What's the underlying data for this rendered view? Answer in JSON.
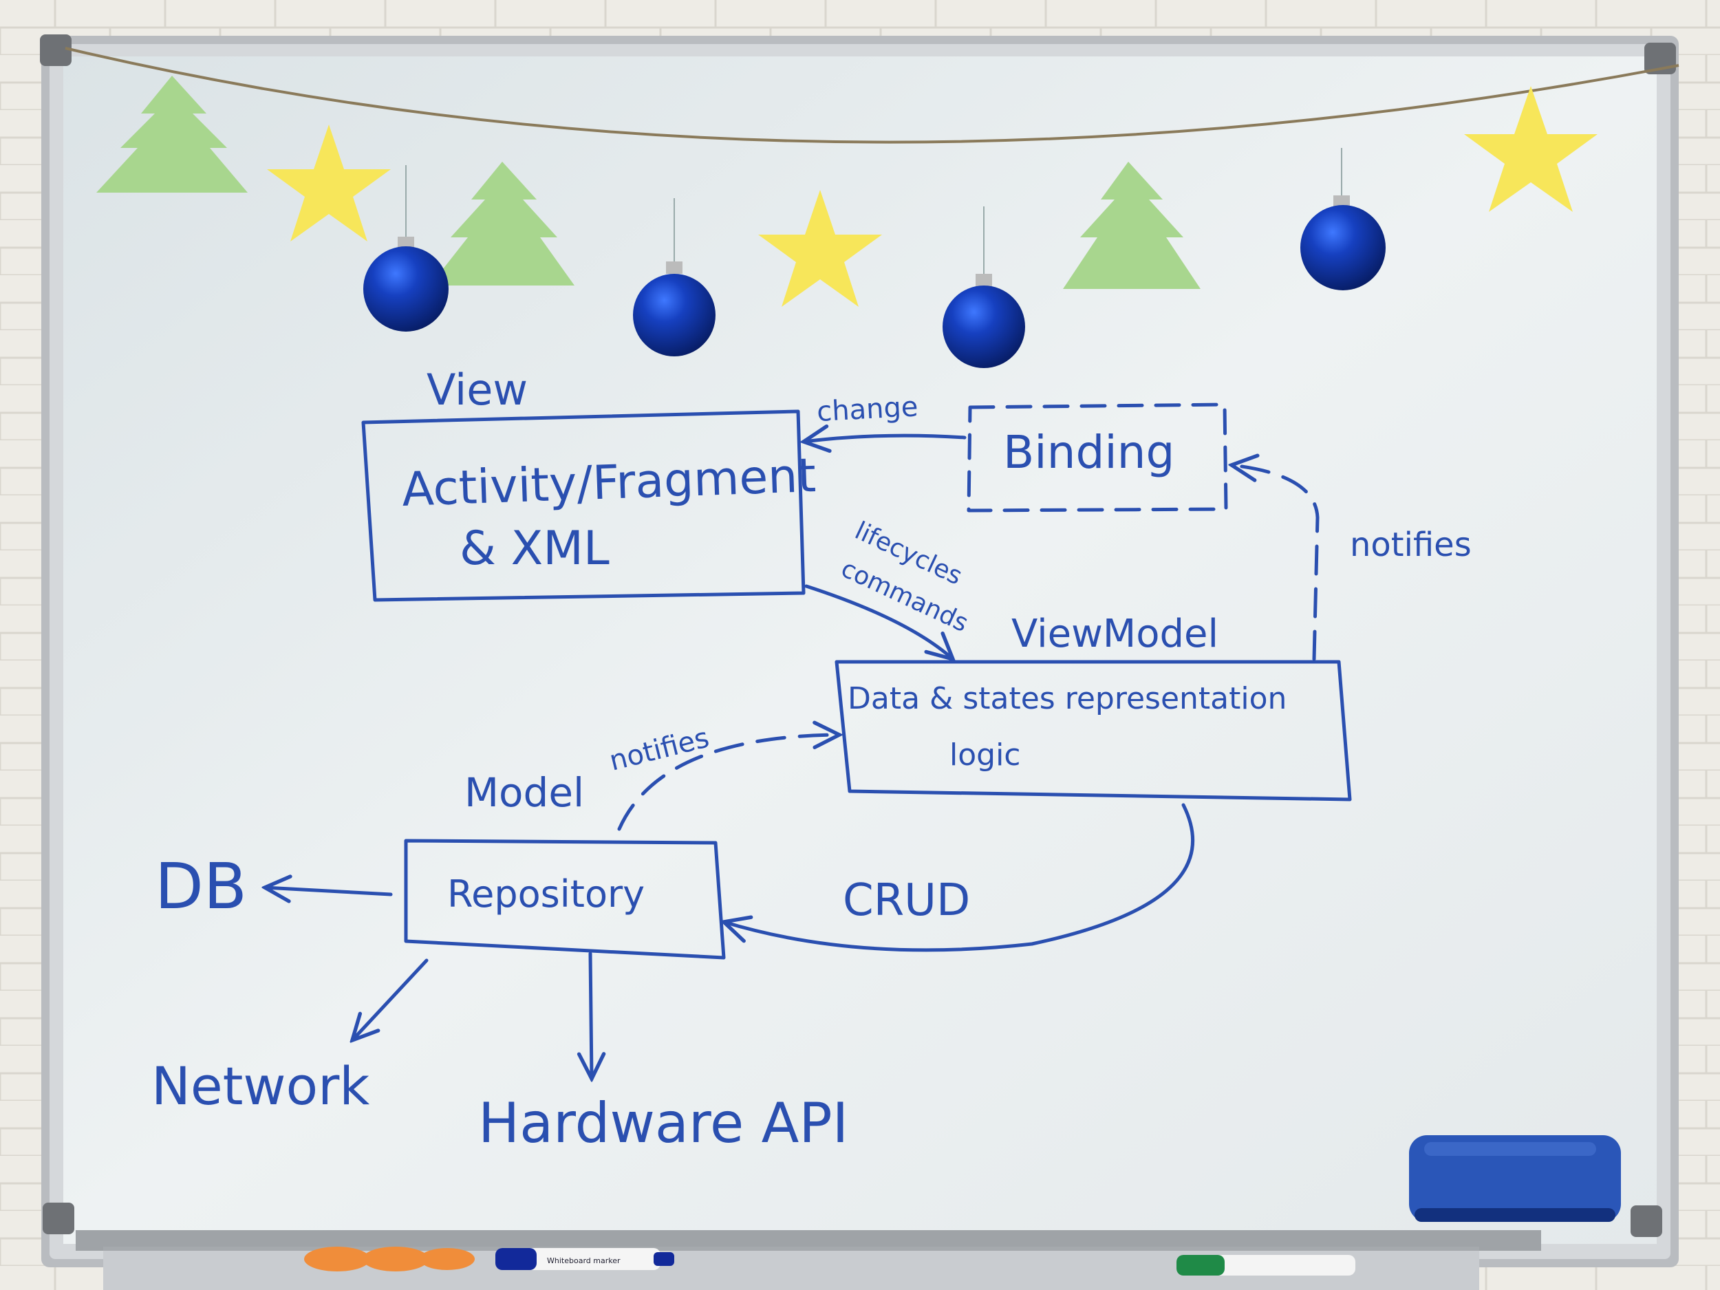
{
  "diagram": {
    "view": {
      "title": "View",
      "box_line1": "Activity/Fragment",
      "box_line2": "& XML"
    },
    "binding": {
      "label": "Binding"
    },
    "viewmodel": {
      "title": "ViewModel",
      "box_line1": "Data & states representation",
      "box_line2": "logic"
    },
    "model": {
      "title": "Model",
      "box_label": "Repository"
    },
    "edges": {
      "change": "change",
      "lifecycle_line1": "lifecycles",
      "lifecycle_line2": "commands",
      "notifies_binding": "notifies",
      "notifies_model": "notifies",
      "crud": "CRUD"
    },
    "endpoints": {
      "db": "DB",
      "network": "Network",
      "hardware": "Hardware API"
    }
  },
  "props": {
    "marker_label": "Whiteboard marker"
  },
  "colors": {
    "ink": "#2a4fb0",
    "board": "#e6ecef",
    "wall": "#eceae4",
    "frame": "#b9bcc0",
    "tree": "#a8d68e",
    "star": "#f7e65a",
    "bauble": "#0c2f9a",
    "eraser": "#2a56b8"
  }
}
